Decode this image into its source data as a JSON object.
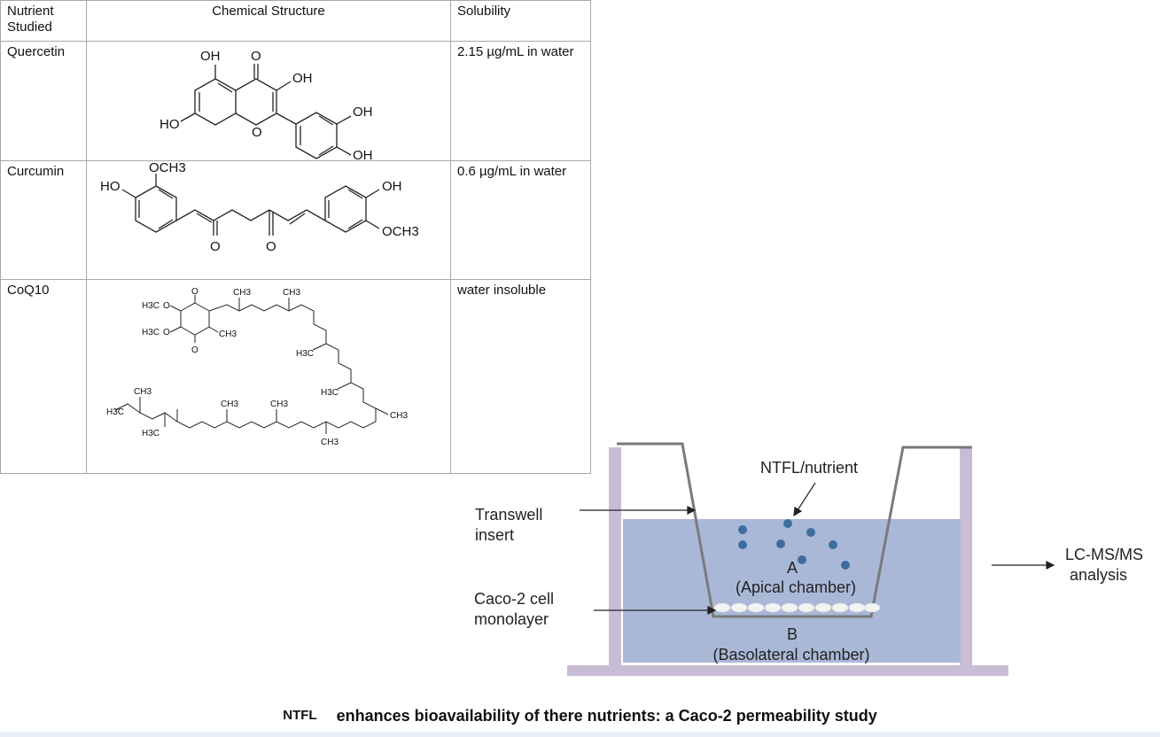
{
  "table": {
    "headers": [
      "Nutrient Studied",
      "Chemical Structure",
      "Solubility"
    ],
    "rows": [
      {
        "nutrient": "Quercetin",
        "solubility": "2.15 µg/mL in water",
        "labels": [
          "OH",
          "O",
          "OH",
          "OH",
          "HO",
          "O",
          "OH"
        ]
      },
      {
        "nutrient": "Curcumin",
        "solubility": "0.6 µg/mL in water",
        "labels": [
          "OCH3",
          "HO",
          "OH",
          "OCH3",
          "O",
          "O"
        ]
      },
      {
        "nutrient": "CoQ10",
        "solubility": "water insoluble",
        "labels": [
          "O",
          "O",
          "H3C",
          "O",
          "H3C",
          "O",
          "CH3",
          "CH3",
          "CH3",
          "H3C",
          "H3C",
          "CH3",
          "H3C",
          "CH3",
          "CH3",
          "CH3",
          "H3C",
          "CH3"
        ]
      }
    ]
  },
  "diagram": {
    "labels": {
      "ntfl_nutrient": "NTFL/nutrient",
      "transwell_line1": "Transwell",
      "transwell_line2": "insert",
      "caco_line1": "Caco-2 cell",
      "caco_line2": "monolayer",
      "a_label": "A",
      "apical": "(Apical chamber)",
      "b_label": "B",
      "basolateral": "(Basolateral chamber)",
      "lcms_line1": "LC-MS/MS",
      "lcms_line2": "analysis"
    },
    "colors": {
      "medium": "#aab8d8",
      "outer_wall": "#c9bdd6",
      "insert": "#7a7a7a",
      "dot": "#3b6e9e",
      "cell": "#f3f3f3"
    }
  },
  "caption": {
    "ntfl": "NTFL",
    "rest": "enhances bioavailability of there nutrients: a Caco-2 permeability study"
  }
}
